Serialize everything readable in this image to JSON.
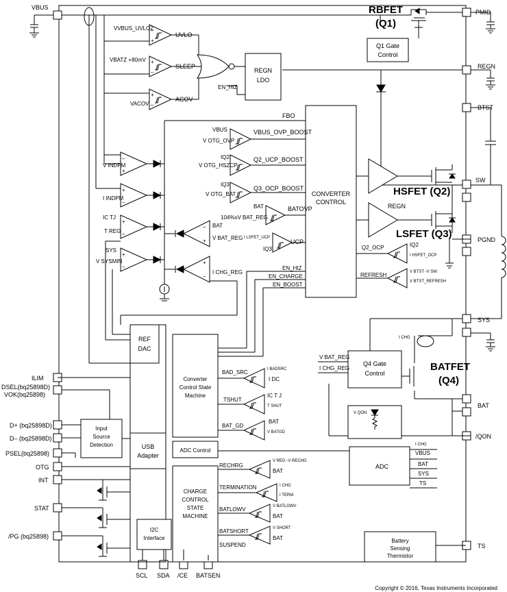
{
  "pins_left": {
    "vbus": "VBUS",
    "ilim": "ILIM",
    "dsel": "DSEL(bq25898D)",
    "vok": "VOK(bq25898)",
    "dplus": "D+ (bq25898D)",
    "dminus": "D– (bq25898D)",
    "psel": "PSEL(bq25898)",
    "otg": "OTG",
    "int": "INT",
    "stat": "STAT",
    "pg": "/PG (bq25898)"
  },
  "pins_right": {
    "pmid": "PMID",
    "regn": "REGN",
    "btst": "BTST",
    "sw": "SW",
    "pgnd": "PGND",
    "sys": "SYS",
    "bat": "BAT",
    "qon": "/QON",
    "ts": "TS"
  },
  "pins_bottom": {
    "scl": "SCL",
    "sda": "SDA",
    "ce": "/CE",
    "batsen": "BATSEN"
  },
  "fets": {
    "rbfet": "RBFET",
    "q1": "(Q1)",
    "hsfet": "HSFET (Q2)",
    "lsfet": "LSFET (Q3)",
    "batfet": "BATFET",
    "q4": "(Q4)"
  },
  "blocks": {
    "q1_gate_line1": "Q1 Gate",
    "q1_gate_line2": "Control",
    "regn_ldo_line1": "REGN",
    "regn_ldo_line2": "LDO",
    "converter_line1": "CONVERTER",
    "converter_line2": "CONTROL",
    "ref_line1": "REF",
    "ref_line2": "DAC",
    "csm_line1": "Converter",
    "csm_line2": "Control State",
    "csm_line3": "Machine",
    "usb_line1": "USB",
    "usb_line2": "Adapter",
    "isd_line1": "Input",
    "isd_line2": "Source",
    "isd_line3": "Detection",
    "adc_control": "ADC Control",
    "ccsm_line1": "CHARGE",
    "ccsm_line2": "CONTROL",
    "ccsm_line3": "STATE",
    "ccsm_line4": "MACHINE",
    "i2c_line1": "I2C",
    "i2c_line2": "Interface",
    "q4_gate_line1": "Q4 Gate",
    "q4_gate_line2": "Control",
    "adc": "ADC",
    "bst_line1": "Battery",
    "bst_line2": "Sensing",
    "bst_line3": "Thermistor"
  },
  "comparators": {
    "vbus_uvloz": "VVBUS_UVLOZ",
    "uvlo": "UVLO",
    "vbatz_80": "VBATZ +80mV",
    "sleep": "SLEEP",
    "vacov": "VACOV",
    "acov": "ACOV",
    "en_hiz": "EN_HIZ",
    "fbo": "FBO",
    "vbus": "VBUS",
    "votg_ovp": "V OTG_OVP",
    "vbus_ovp_boost": "VBUS_OVP_BOOST",
    "iq2": "IQ2",
    "votg_hszcp": "V OTG_HSZCP",
    "q2_ucp_boost": "Q2_UCP_BOOST",
    "iq3": "IQ3",
    "votg_bat": "V OTG_BAT",
    "q3_ocp_boost": "Q3_OCP_BOOST",
    "bat": "BAT",
    "batovp": "BATOVP",
    "vbat_reg_104": "104%xV BAT_REG",
    "ilsfet_ucp": "I LSFET_UCP",
    "iq3b": "IQ3",
    "ucp": "UCP",
    "regn": "REGN",
    "q2_ocp": "Q2_OCP",
    "iq2b": "IQ2",
    "ihsfet_ocp": "I HSFET_OCP",
    "refresh": "REFRESH",
    "vbtst_vsw": "V BTST -V SW",
    "vbtst_refresh": "V BTST_REFRESH",
    "en_hiz2": "EN_HIZ",
    "en_charge": "EN_CHARGE",
    "en_boost": "EN_BOOST",
    "vindpm1": "V INDPM",
    "iindpm": "I INDPM",
    "ictj": "IC TJ",
    "treg": "T REG",
    "sys": "SYS",
    "vsysmin": "V SYSMIN",
    "bat2": "BAT",
    "vbat_reg": "V BAT_REG",
    "ichg_reg": "I CHG_REG",
    "ichg": "I CHG",
    "vbat_reg2": "V BAT_REG",
    "ichg_reg2": "I CHG_REG",
    "bad_src": "BAD_SRC",
    "ibadsrc": "I BADSRC",
    "idc": "I DC",
    "tshut": "TSHUT",
    "ictj2": "IC T J",
    "tshut_ref": "T SHUT",
    "bat_gd": "BAT_GD",
    "bat3": "BAT",
    "vbatgd": "V BATGD",
    "vqon": "V QON",
    "adc_ichg": "I CHG",
    "adc_vbus": "VBUS",
    "adc_bat": "BAT",
    "adc_sys": "SYS",
    "adc_ts": "TS",
    "rechrg": "RECHRG",
    "vreg_vrechg": "V REG -V RECHG",
    "bat4": "BAT",
    "termination": "TERMINATION",
    "ichg2": "I CHG",
    "iterm": "I TERM",
    "batlowv": "BATLOWV",
    "vbatlowv": "V BATLOWV",
    "bat5": "BAT",
    "batshort": "BATSHORT",
    "vshort": "V SHORT",
    "bat6": "BAT",
    "suspend": "SUSPEND"
  },
  "copyright": "Copyright © 2016, Texas Instruments Incorporated"
}
